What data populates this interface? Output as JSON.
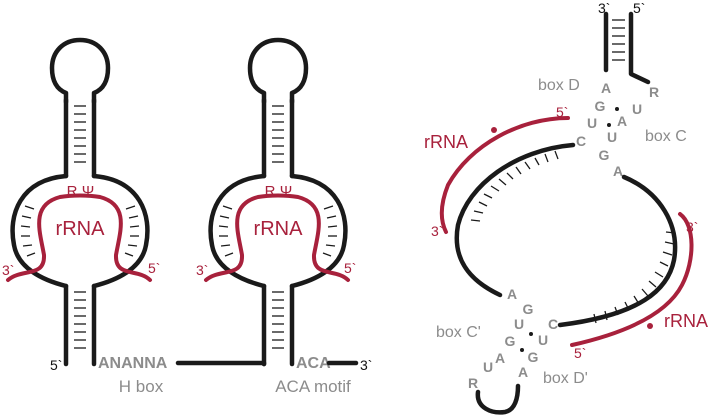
{
  "hairpin1": {
    "rrna": "rRNA",
    "r": "R",
    "psi": "Ψ",
    "three_prime": "3`",
    "five_prime": "5`",
    "strand_five": "5`",
    "box_seq": "ANANNA",
    "box_name": "H box"
  },
  "hairpin2": {
    "rrna": "rRNA",
    "r": "R",
    "psi": "Ψ",
    "three_prime": "3`",
    "five_prime": "5`",
    "box_seq": "ACA",
    "box_name": "ACA motif",
    "strand_three": "3`"
  },
  "cd": {
    "top_three": "3`",
    "top_five": "5`",
    "box_d": "box D",
    "box_c": "box C",
    "box_c_prime": "box C'",
    "box_d_prime": "box D'",
    "rrna_top": "rRNA",
    "rrna_top_five": "5`",
    "rrna_top_three": "3`",
    "rrna_bottom": "rRNA",
    "rrna_bottom_three": "3`",
    "rrna_bottom_five": "5`",
    "top_nts": {
      "a1": "A",
      "r1": "R",
      "g1": "G",
      "u1": "U",
      "u2": "U",
      "a2": "A",
      "u3": "U",
      "c1": "C",
      "g2": "G",
      "a3": "A"
    },
    "bottom_nts": {
      "a1": "A",
      "g1": "G",
      "c1": "C",
      "u1": "U",
      "u2": "U",
      "g2": "G",
      "a2": "A",
      "g3": "G",
      "r1": "R",
      "u3": "U",
      "a3": "A"
    }
  },
  "colors": {
    "strand": "#1a1a1a",
    "rrna": "#a8213c",
    "label_gray": "#8c8c8c"
  }
}
